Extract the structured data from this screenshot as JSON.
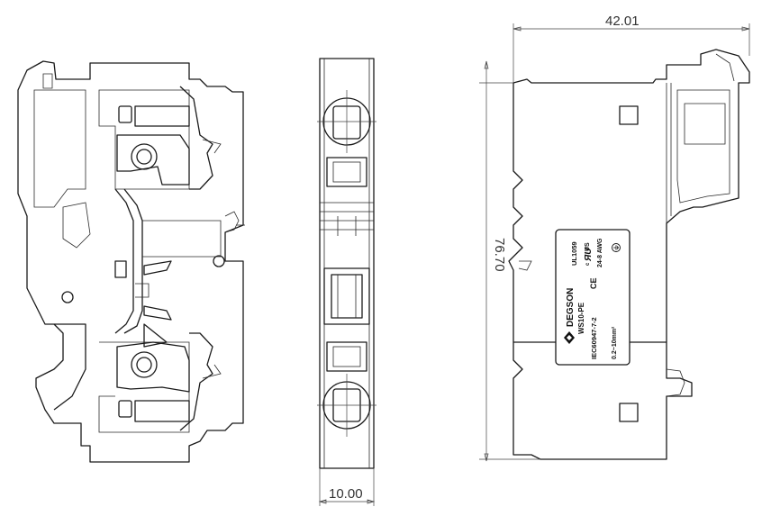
{
  "dimensions": {
    "top_width": "42.01",
    "height": "76.70",
    "bottom_width": "10.00"
  },
  "label": {
    "brand": "DEGSON",
    "model": "WS10-PE",
    "standard": "IEC60947-7-2",
    "wire_range": "0.2~10mm²",
    "ul": "UL1059",
    "us": "US",
    "awg": "24-8 AWG",
    "ce": "CE"
  },
  "colors": {
    "line": "#1a1a1a",
    "label_bg": "#ffffff"
  },
  "icons": [
    "ground-symbol-icon",
    "ul-mark-icon",
    "degson-logo-icon",
    "ce-mark-icon"
  ]
}
